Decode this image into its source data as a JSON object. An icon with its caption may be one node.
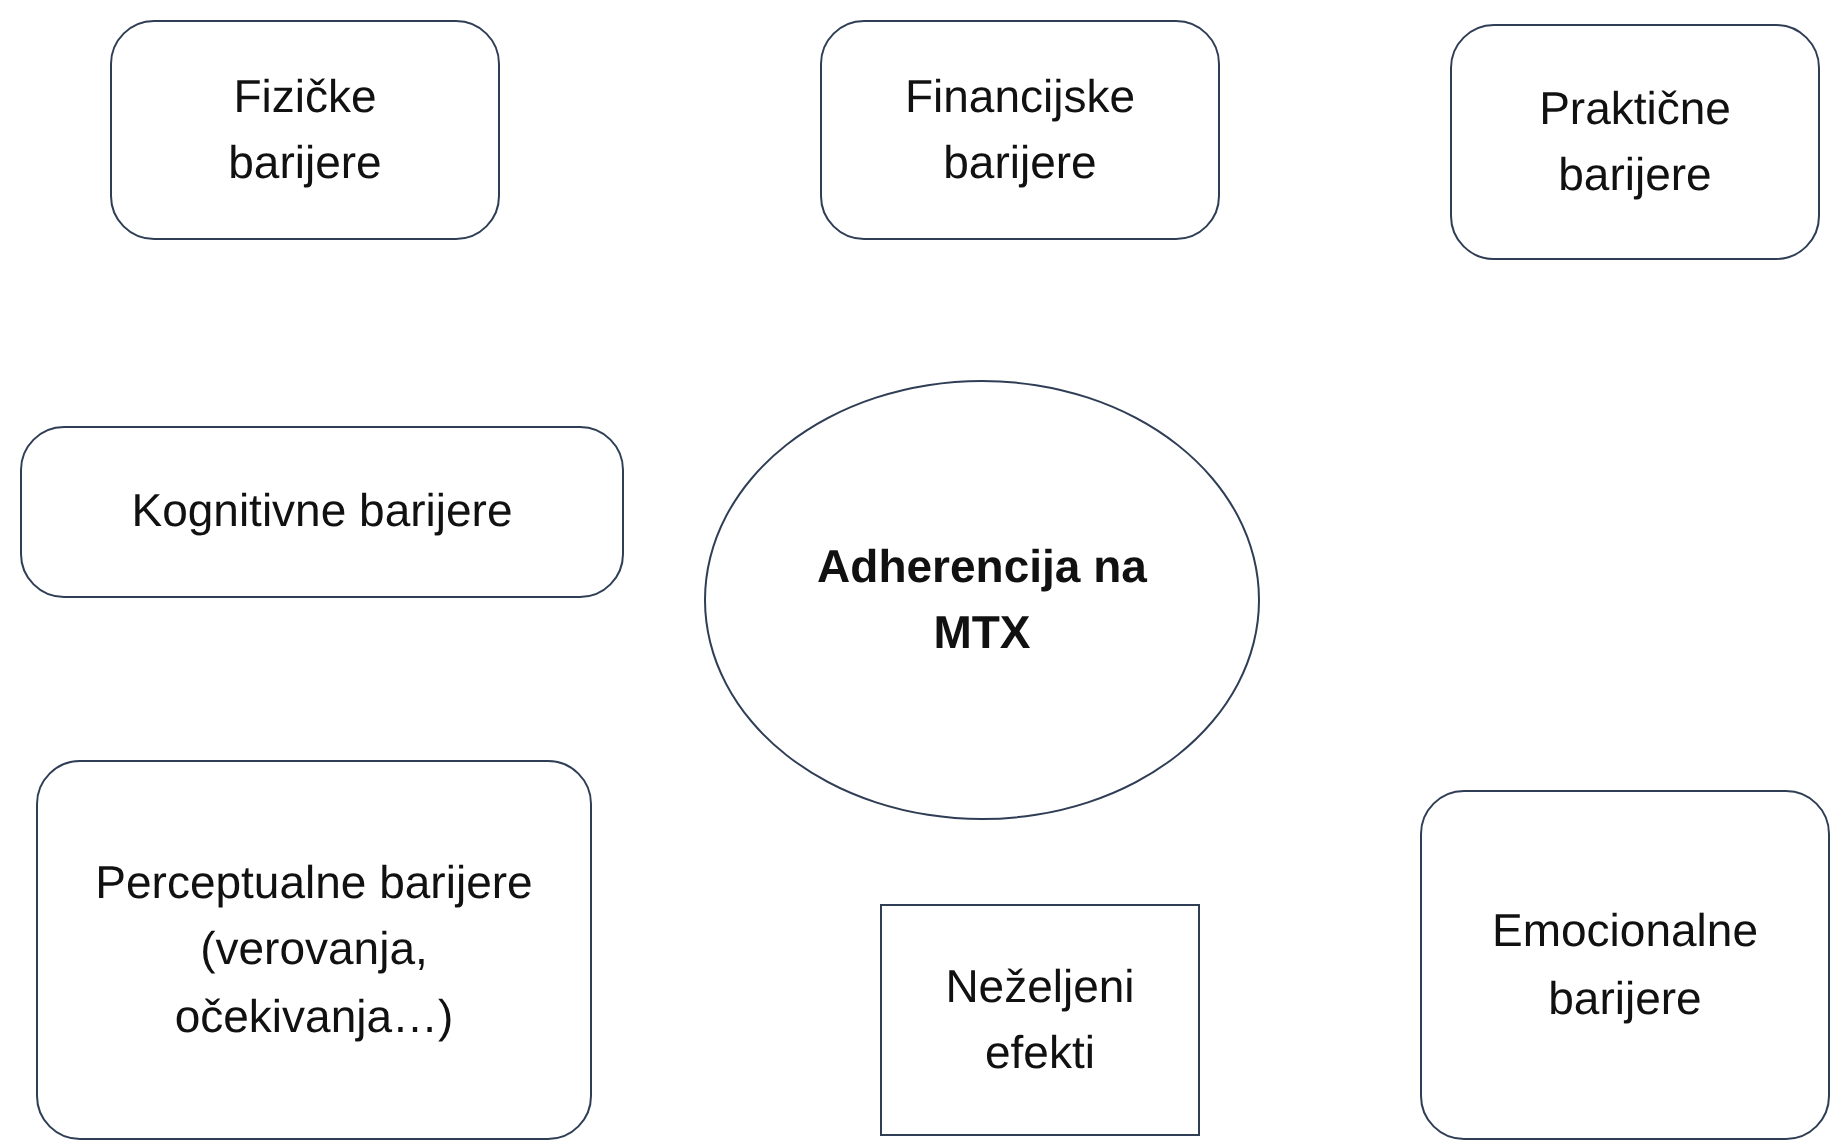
{
  "diagram": {
    "nodes": [
      {
        "text": [
          "Fizičke barijere"
        ]
      },
      {
        "text": [
          "Financijske barijere"
        ]
      },
      {
        "text": [
          "Praktične barijere"
        ]
      },
      {
        "text": [
          "Kognitivne barijere"
        ]
      },
      {
        "text": [
          "Adherencija na MTX"
        ]
      },
      {
        "text": [
          "Perceptualne barijere (verovanja, očekivanja…)"
        ]
      },
      {
        "text": [
          "Neželjeni efekti"
        ]
      },
      {
        "text": [
          "Emocionalne barijere"
        ]
      }
    ],
    "edges": []
  }
}
